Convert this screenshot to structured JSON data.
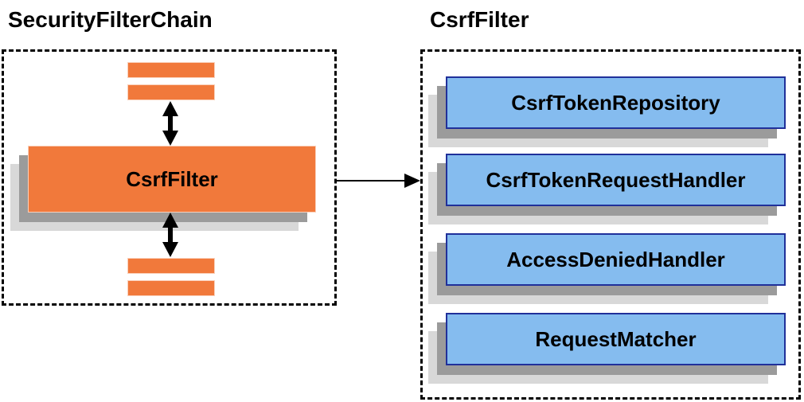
{
  "diagram": {
    "left_section": {
      "title": "SecurityFilterChain",
      "filter_box_label": "CsrfFilter"
    },
    "right_section": {
      "title": "CsrfFilter",
      "components": [
        {
          "label": "CsrfTokenRepository"
        },
        {
          "label": "CsrfTokenRequestHandler"
        },
        {
          "label": "AccessDeniedHandler"
        },
        {
          "label": "RequestMatcher"
        }
      ]
    },
    "colors": {
      "orange": "#F1793B",
      "blue": "#85BCEF",
      "blue_border": "#20309A",
      "shadow_dark": "#9B9B9B",
      "shadow_light": "#D8D8D8",
      "arrow_black": "#000000"
    }
  }
}
